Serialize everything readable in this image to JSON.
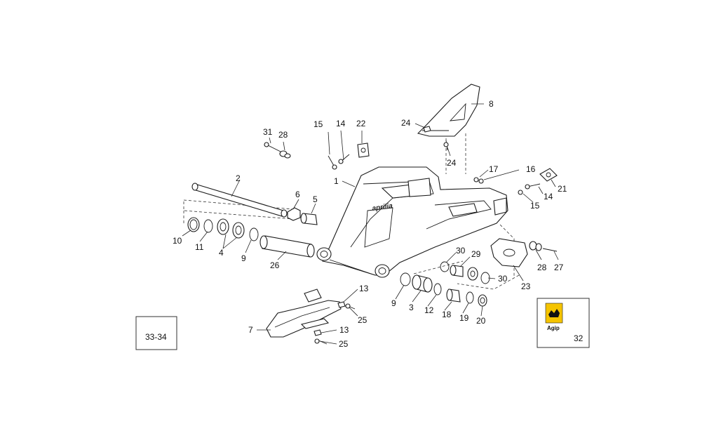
{
  "diagram": {
    "callouts": [
      {
        "id": "c1",
        "text": "1"
      },
      {
        "id": "c2",
        "text": "2"
      },
      {
        "id": "c3",
        "text": "3"
      },
      {
        "id": "c4",
        "text": "4"
      },
      {
        "id": "c5",
        "text": "5"
      },
      {
        "id": "c6",
        "text": "6"
      },
      {
        "id": "c7",
        "text": "7"
      },
      {
        "id": "c8",
        "text": "8"
      },
      {
        "id": "c9a",
        "text": "9"
      },
      {
        "id": "c9b",
        "text": "9"
      },
      {
        "id": "c10",
        "text": "10"
      },
      {
        "id": "c11",
        "text": "11"
      },
      {
        "id": "c12",
        "text": "12"
      },
      {
        "id": "c13a",
        "text": "13"
      },
      {
        "id": "c13b",
        "text": "13"
      },
      {
        "id": "c14a",
        "text": "14"
      },
      {
        "id": "c14b",
        "text": "14"
      },
      {
        "id": "c15a",
        "text": "15"
      },
      {
        "id": "c15b",
        "text": "15"
      },
      {
        "id": "c16",
        "text": "16"
      },
      {
        "id": "c17",
        "text": "17"
      },
      {
        "id": "c18",
        "text": "18"
      },
      {
        "id": "c19",
        "text": "19"
      },
      {
        "id": "c20",
        "text": "20"
      },
      {
        "id": "c21",
        "text": "21"
      },
      {
        "id": "c22",
        "text": "22"
      },
      {
        "id": "c23",
        "text": "23"
      },
      {
        "id": "c24a",
        "text": "24"
      },
      {
        "id": "c24b",
        "text": "24"
      },
      {
        "id": "c25a",
        "text": "25"
      },
      {
        "id": "c25b",
        "text": "25"
      },
      {
        "id": "c26",
        "text": "26"
      },
      {
        "id": "c27",
        "text": "27"
      },
      {
        "id": "c28a",
        "text": "28"
      },
      {
        "id": "c28b",
        "text": "28"
      },
      {
        "id": "c29",
        "text": "29"
      },
      {
        "id": "c30a",
        "text": "30"
      },
      {
        "id": "c30b",
        "text": "30"
      },
      {
        "id": "c31",
        "text": "31"
      }
    ],
    "ref_box": {
      "text": "33-34"
    },
    "lubricant_box": {
      "number": "32",
      "brand": "Agip"
    },
    "frame_logo": "aprilia"
  }
}
